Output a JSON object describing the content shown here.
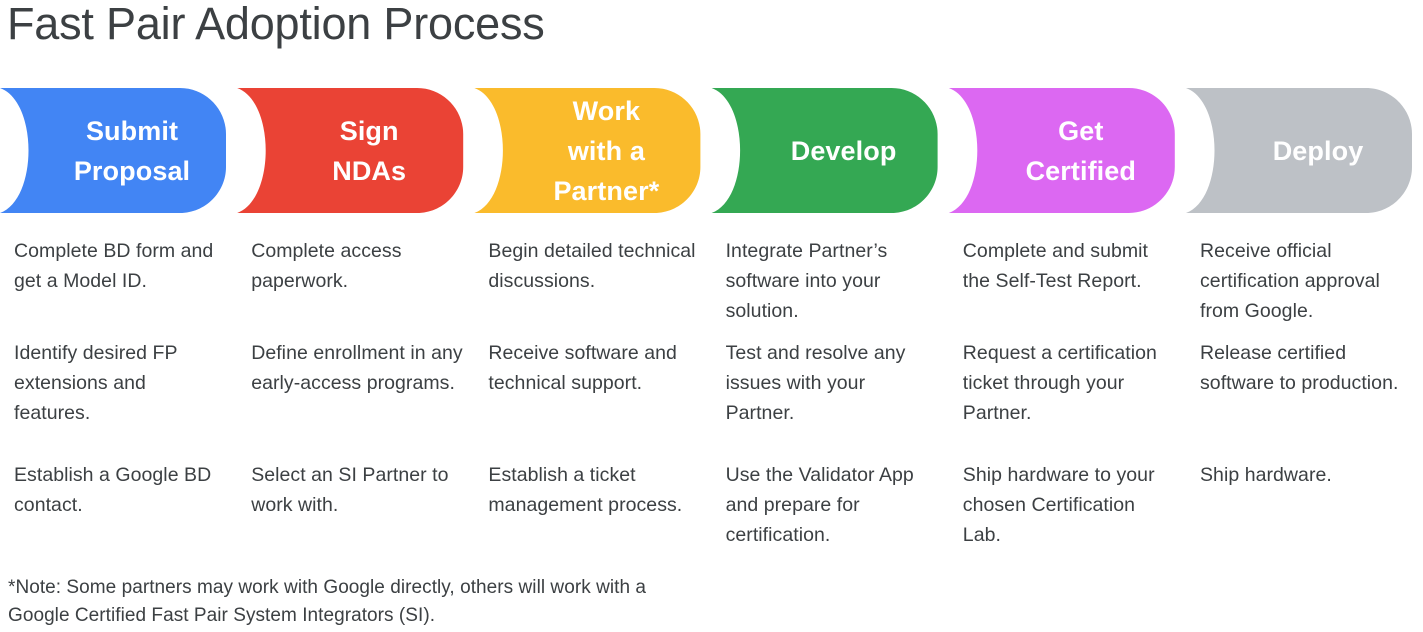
{
  "page": {
    "title": "Fast Pair Adoption Process",
    "background_color": "#FFFFFF",
    "text_color": "#3C4043"
  },
  "process": {
    "steps": [
      {
        "id": "submit-proposal",
        "label": "Submit\nProposal",
        "label_line1": "Submit",
        "label_line2": "Proposal",
        "color": "#4285F4",
        "color_name": "google-blue",
        "items": [
          "Complete BD form and get a Model ID.",
          "Identify desired FP extensions and features.",
          "Establish a Google BD contact."
        ]
      },
      {
        "id": "sign-ndas",
        "label": "Sign\nNDAs",
        "label_line1": "Sign",
        "label_line2": "NDAs",
        "color": "#EA4335",
        "color_name": "google-red",
        "items": [
          "Complete access paperwork.",
          "Define enrollment in any early-access programs.",
          "Select an SI Partner to work with."
        ]
      },
      {
        "id": "work-with-a-partner",
        "label": "Work\nwith a\nPartner*",
        "label_line1": "Work",
        "label_line2": "with a",
        "label_line3": "Partner*",
        "color": "#FABB2C",
        "color_name": "google-yellow",
        "items": [
          "Begin detailed technical discussions.",
          "Receive software and technical support.",
          "Establish a ticket management process."
        ]
      },
      {
        "id": "develop",
        "label": "Develop",
        "label_line1": "Develop",
        "color": "#34A853",
        "color_name": "google-green",
        "items": [
          "Integrate Partner’s software into your solution.",
          "Test and resolve any issues with your Partner.",
          "Use the Validator App and prepare for certification."
        ]
      },
      {
        "id": "get-certified",
        "label": "Get\nCertified",
        "label_line1": "Get",
        "label_line2": "Certified",
        "color": "#DC68F2",
        "color_name": "magenta",
        "items": [
          "Complete and submit the Self-Test Report.",
          "Request a certification ticket through your Partner.",
          "Ship hardware to your chosen Certification Lab."
        ]
      },
      {
        "id": "deploy",
        "label": "Deploy",
        "label_line1": "Deploy",
        "color": "#BDC1C6",
        "color_name": "gray",
        "items": [
          "Receive official certification approval from Google.",
          "Release certified software to production.",
          "Ship hardware."
        ]
      }
    ]
  },
  "footnote": {
    "text": "*Note: Some partners may work with Google directly, others will work with a Google Certified Fast Pair System Integrators (SI)."
  }
}
